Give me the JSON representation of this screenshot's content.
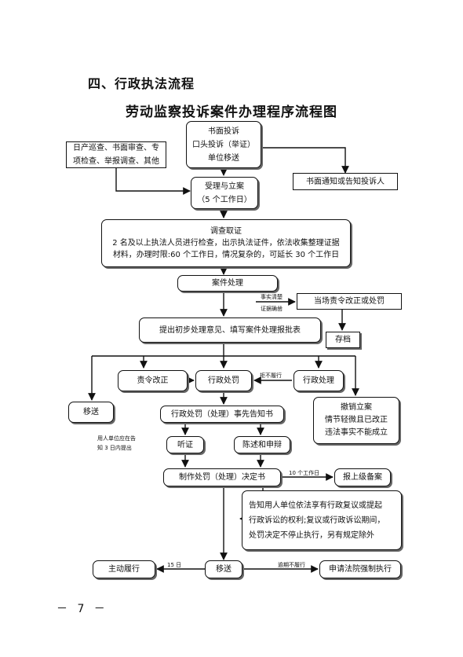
{
  "section_title": "四、行政执法流程",
  "chart_title": "劳动监察投诉案件办理程序流程图",
  "page_number": "－ 7 －",
  "nodes": {
    "complaint_intake": "书面投诉\n口头投诉（举证）\n单位移送",
    "daily_inspection": "日产巡查、书面审查、专\n项检查、举报调查、其他",
    "written_notice": "书面通知或告知投诉人",
    "accept_case": "受理与立案\n（5 个工作日）",
    "investigation": "调查取证\n2 名及以上执法人员进行检查，出示执法证件，依法收集整理证据\n材料，办理时限:60 个工作日，情况复杂的，可延长 30 个工作日",
    "case_handling": "案件处理",
    "on_site_correction": "当场责令改正或处罚",
    "archive": "存档",
    "preliminary_opinion": "提出初步处理意见、填写案件处理报批表",
    "order_correction": "责令改正",
    "admin_penalty": "行政处罚",
    "admin_handling": "行政处理",
    "transfer": "移送",
    "revoke_case": "撤销立案\n情节轻微且已改正\n违法事实不能成立",
    "pre_notice": "行政处罚（处理）事先告知书",
    "hearing": "听证",
    "statement_defense": "陈述和申辩",
    "decision": "制作处罚（处理）决定书",
    "report_filing": "报上级备案",
    "rights_notice": "告知用人单位依法享有行政复议或提起\n行政诉讼的权利;复议或行政诉讼期间，\n处罚决定不停止执行，另有规定除外",
    "voluntary_compliance": "主动履行",
    "final_transfer": "移送",
    "court_enforcement": "申请法院强制执行"
  },
  "edge_labels": {
    "facts_clear": "事实清楚",
    "evidence_conclusive": "证据确凿",
    "not_performed": "拒不履行",
    "hearing_request": "用人单位应在告\n知 3 日内提出",
    "ten_days": "10 个工作日",
    "fifteen_days": "15 日",
    "overdue": "逾期不履行"
  }
}
